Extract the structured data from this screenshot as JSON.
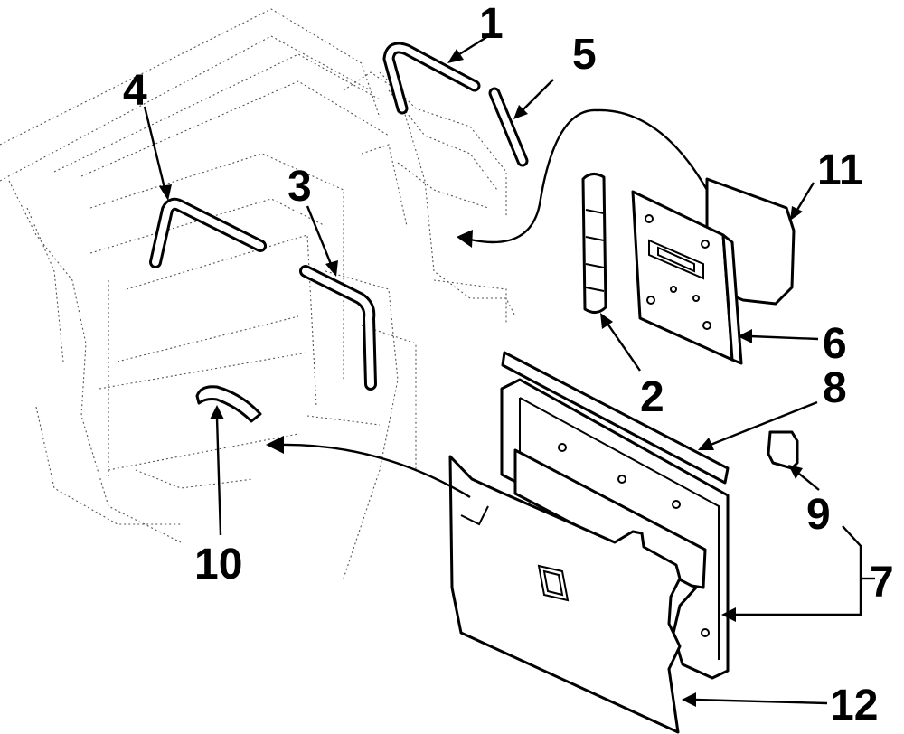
{
  "callouts": [
    {
      "id": "1",
      "part": "upper-weatherstrip"
    },
    {
      "id": "2",
      "part": "hinge-pillar-trim"
    },
    {
      "id": "3",
      "part": "rear-corner-weatherstrip"
    },
    {
      "id": "4",
      "part": "roof-rail-weatherstrip"
    },
    {
      "id": "5",
      "part": "pillar-weatherstrip"
    },
    {
      "id": "6",
      "part": "door-inner-panel"
    },
    {
      "id": "7",
      "part": "door-trim-panel-assembly"
    },
    {
      "id": "8",
      "part": "belt-molding"
    },
    {
      "id": "9",
      "part": "clip"
    },
    {
      "id": "10",
      "part": "pull-handle"
    },
    {
      "id": "11",
      "part": "water-deflector"
    },
    {
      "id": "12",
      "part": "lower-trim-panel"
    }
  ],
  "colors": {
    "line": "#000000",
    "ghost": "#555555",
    "background": "#ffffff"
  }
}
